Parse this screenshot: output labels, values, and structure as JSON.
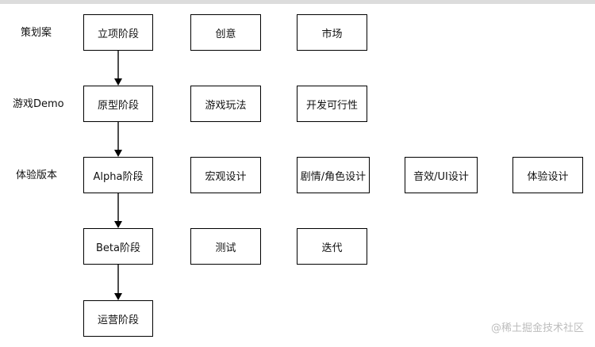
{
  "row_labels": {
    "plan": "策划案",
    "demo": "游戏Demo",
    "trial": "体验版本"
  },
  "stages": {
    "initiation": "立项阶段",
    "prototype": "原型阶段",
    "alpha": "Alpha阶段",
    "beta": "Beta阶段",
    "operation": "运营阶段"
  },
  "details": {
    "creativity": "创意",
    "market": "市场",
    "gameplay": "游戏玩法",
    "feasibility": "开发可行性",
    "macro_design": "宏观设计",
    "story_character_design": "剧情/角色设计",
    "audio_ui_design": "音效/UI设计",
    "experience_design": "体验设计",
    "testing": "测试",
    "iteration": "迭代"
  },
  "watermark": "@稀土掘金技术社区"
}
